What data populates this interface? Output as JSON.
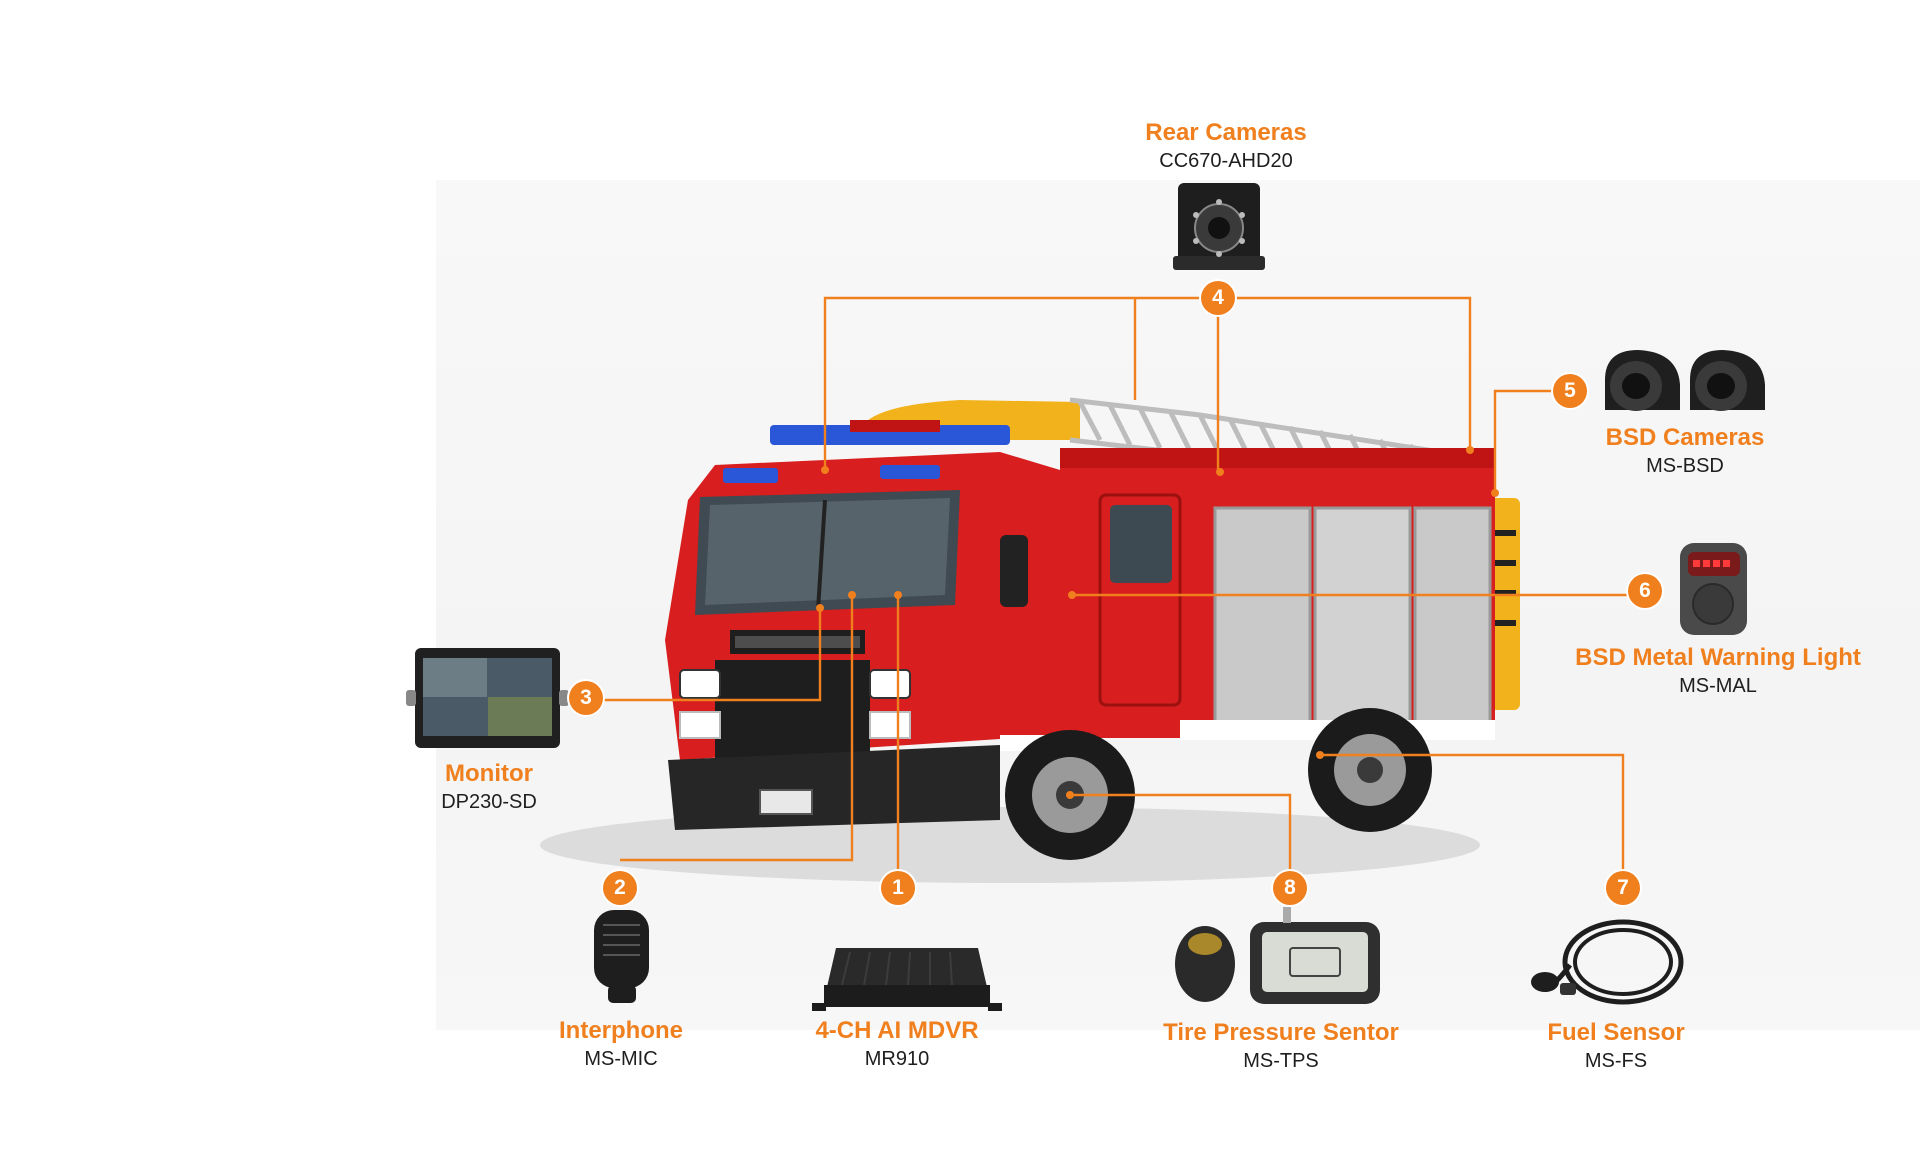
{
  "components": [
    {
      "id": "rear_cameras",
      "number": "4",
      "name": "Rear Cameras",
      "model": "CC670-AHD20",
      "icon": "rear-camera-icon"
    },
    {
      "id": "bsd_cameras",
      "number": "5",
      "name": "BSD Cameras",
      "model": "MS-BSD",
      "icon": "bsd-camera-icon"
    },
    {
      "id": "bsd_warning_light",
      "number": "6",
      "name": "BSD Metal Warning Light",
      "model": "MS-MAL",
      "icon": "warning-light-icon"
    },
    {
      "id": "monitor",
      "number": "3",
      "name": "Monitor",
      "model": "DP230-SD",
      "icon": "monitor-icon"
    },
    {
      "id": "interphone",
      "number": "2",
      "name": "Interphone",
      "model": "MS-MIC",
      "icon": "microphone-icon"
    },
    {
      "id": "mdvr",
      "number": "1",
      "name": "4-CH AI MDVR",
      "model": "MR910",
      "icon": "mdvr-icon"
    },
    {
      "id": "tpms",
      "number": "8",
      "name": "Tire Pressure Sentor",
      "model": "MS-TPS",
      "icon": "tire-pressure-icon"
    },
    {
      "id": "fuel_sensor",
      "number": "7",
      "name": "Fuel Sensor",
      "model": "MS-FS",
      "icon": "fuel-sensor-icon"
    }
  ],
  "colors": {
    "accent": "#f07f1e",
    "truck_red": "#d81e1e",
    "text": "#1e1e1e"
  }
}
